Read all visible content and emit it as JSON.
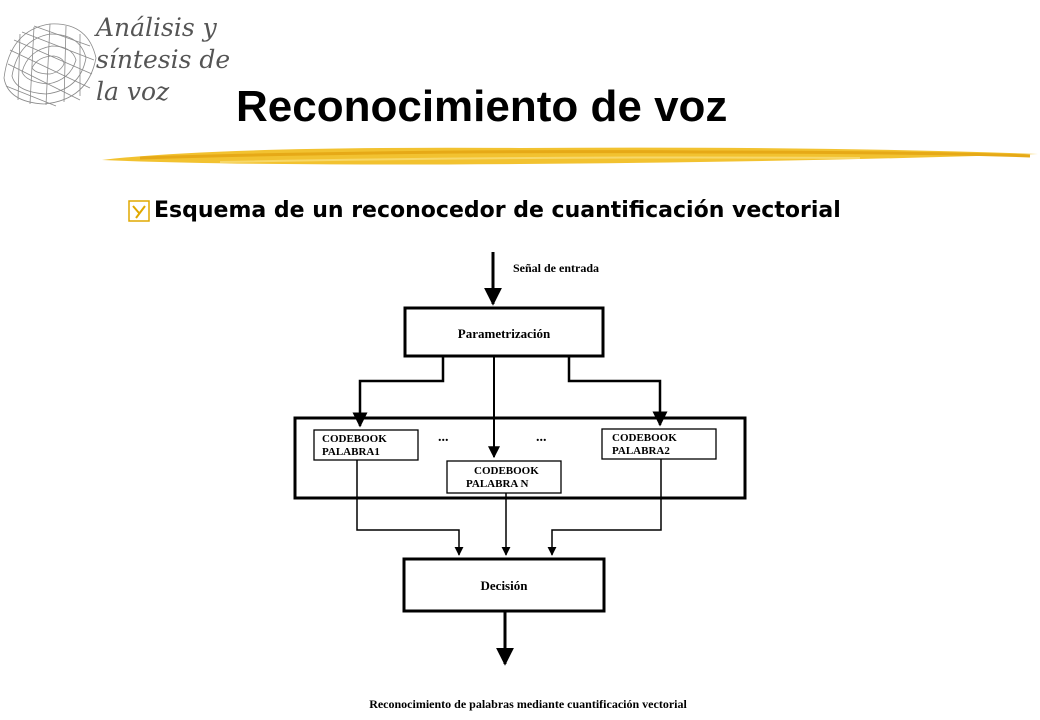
{
  "logo": {
    "line1": "Análisis y",
    "line2": "síntesis de",
    "line3": "la voz"
  },
  "title": "Reconocimiento de voz",
  "bullet_text": "Esquema de un reconocedor de cuantificación vectorial",
  "diagram": {
    "input_label": "Señal de entrada",
    "param_block": "Parametrización",
    "codebook1": [
      "CODEBOOK",
      "PALABRA1"
    ],
    "codebook2": [
      "CODEBOOK",
      "PALABRA2"
    ],
    "codebookN": [
      "CODEBOOK",
      "PALABRA N"
    ],
    "ellipsis": "...",
    "decision_block": "Decisión",
    "caption": "Reconocimiento de palabras mediante cuantificación vectorial"
  },
  "colors": {
    "accent": "#f2c230",
    "text": "#000000",
    "logo_text": "#555555"
  }
}
